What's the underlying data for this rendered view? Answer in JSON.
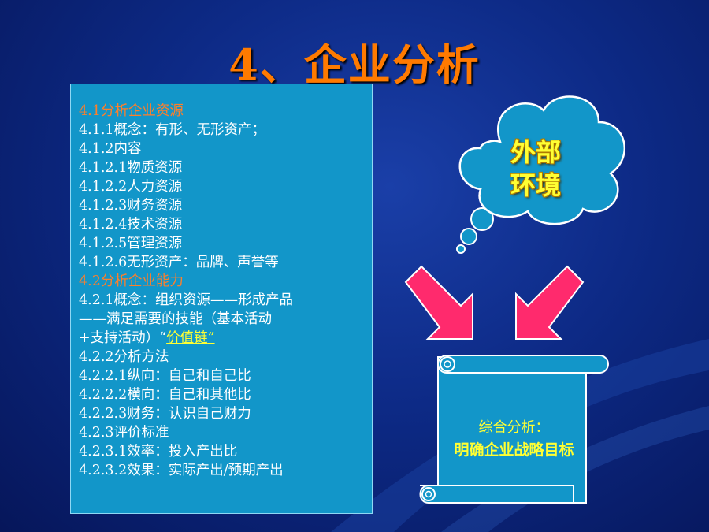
{
  "slide": {
    "title": "4、企业分析",
    "content_lines": [
      {
        "text": "4.1分析企业资源",
        "style": "head"
      },
      {
        "text": "4.1.1概念：有形、无形资产；",
        "style": "normal"
      },
      {
        "text": "4.1.2内容",
        "style": "normal"
      },
      {
        "text": "4.1.2.1物质资源",
        "style": "normal"
      },
      {
        "text": "4.1.2.2人力资源",
        "style": "normal"
      },
      {
        "text": "4.1.2.3财务资源",
        "style": "normal"
      },
      {
        "text": "4.1.2.4技术资源",
        "style": "normal"
      },
      {
        "text": "4.1.2.5管理资源",
        "style": "normal"
      },
      {
        "text": "4.1.2.6无形资产：品牌、声誉等",
        "style": "normal"
      },
      {
        "text": "4.2分析企业能力",
        "style": "head"
      },
      {
        "text": "4.2.1概念：组织资源——形成产品",
        "style": "normal"
      },
      {
        "text": "——满足需要的技能（基本活动",
        "style": "normal"
      },
      {
        "text": "+支持活动）“",
        "style": "normal",
        "link": "价值链",
        "after": "”"
      },
      {
        "text": "4.2.2分析方法",
        "style": "normal"
      },
      {
        "text": "4.2.2.1纵向：自己和自己比",
        "style": "normal"
      },
      {
        "text": "4.2.2.2横向：自己和其他比",
        "style": "normal"
      },
      {
        "text": "4.2.2.3财务：认识自己财力",
        "style": "normal"
      },
      {
        "text": "4.2.3评价标准",
        "style": "normal"
      },
      {
        "text": "4.2.3.1效率：投入产出比",
        "style": "normal"
      },
      {
        "text": "4.2.3.2效果：实际产出/预期产出",
        "style": "normal"
      }
    ],
    "cloud": {
      "line1": "外部",
      "line2": "环境"
    },
    "scroll": {
      "line1": "综合分析：",
      "line2": "明确企业战略目标"
    }
  },
  "colors": {
    "title": "#ff7a00",
    "heading": "#ff7f2a",
    "box_fill": "#1296c9",
    "highlight_text": "#ffff33",
    "arrow": "#ff2a6d"
  },
  "icons": [
    "thought-cloud-icon",
    "down-right-arrow-icon",
    "down-left-arrow-icon",
    "scroll-icon"
  ]
}
